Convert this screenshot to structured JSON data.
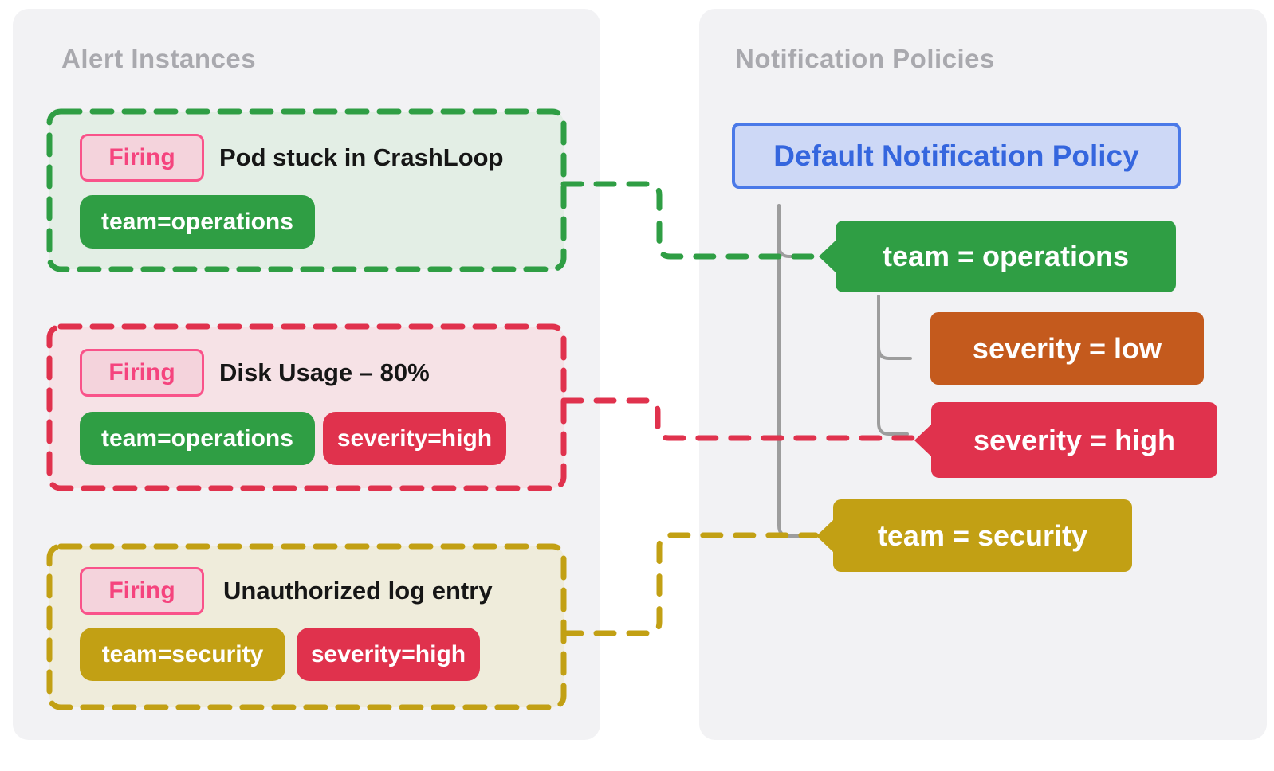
{
  "alerts": {
    "title": "Alert Instances",
    "cards": [
      {
        "status": "Firing",
        "title": "Pod stuck in CrashLoop",
        "accent": "green",
        "labels": [
          {
            "text": "team=operations",
            "color": "green"
          }
        ]
      },
      {
        "status": "Firing",
        "title": "Disk Usage – 80%",
        "accent": "red",
        "labels": [
          {
            "text": "team=operations",
            "color": "green"
          },
          {
            "text": "severity=high",
            "color": "red"
          }
        ]
      },
      {
        "status": "Firing",
        "title": "Unauthorized log entry",
        "accent": "gold",
        "labels": [
          {
            "text": "team=security",
            "color": "gold"
          },
          {
            "text": "severity=high",
            "color": "red"
          }
        ]
      }
    ]
  },
  "policies": {
    "title": "Notification Policies",
    "root_label": "Default Notification Policy",
    "matchers": [
      {
        "text": "team = operations",
        "color": "green",
        "notch": true
      },
      {
        "text": "severity = low",
        "color": "orange",
        "notch": false
      },
      {
        "text": "severity = high",
        "color": "red",
        "notch": true
      },
      {
        "text": "team = security",
        "color": "gold",
        "notch": true
      }
    ]
  },
  "connections": [
    {
      "from": "Pod stuck in CrashLoop",
      "to": "team = operations",
      "color": "green"
    },
    {
      "from": "Disk Usage – 80%",
      "to": "severity = high",
      "color": "red"
    },
    {
      "from": "Unauthorized log entry",
      "to": "team = security",
      "color": "gold"
    }
  ],
  "colors": {
    "green": "#2f9e44",
    "red": "#e0324d",
    "gold": "#c2a014",
    "orange": "#c45a1d",
    "blue_border": "#4a79e8",
    "blue_bg": "#cdd8f6",
    "blue_text": "#3566de",
    "pink_badge_text": "#f5447e",
    "pink_badge_border": "#f9538a",
    "pink_badge_bg": "#f4d3dc",
    "panel_bg": "#f2f2f4",
    "panel_title": "#a9a9ae",
    "tree_line": "#9d9d9d",
    "card_green_bg": "#e3eee5",
    "card_red_bg": "#f6e2e6",
    "card_gold_bg": "#efecdb"
  }
}
